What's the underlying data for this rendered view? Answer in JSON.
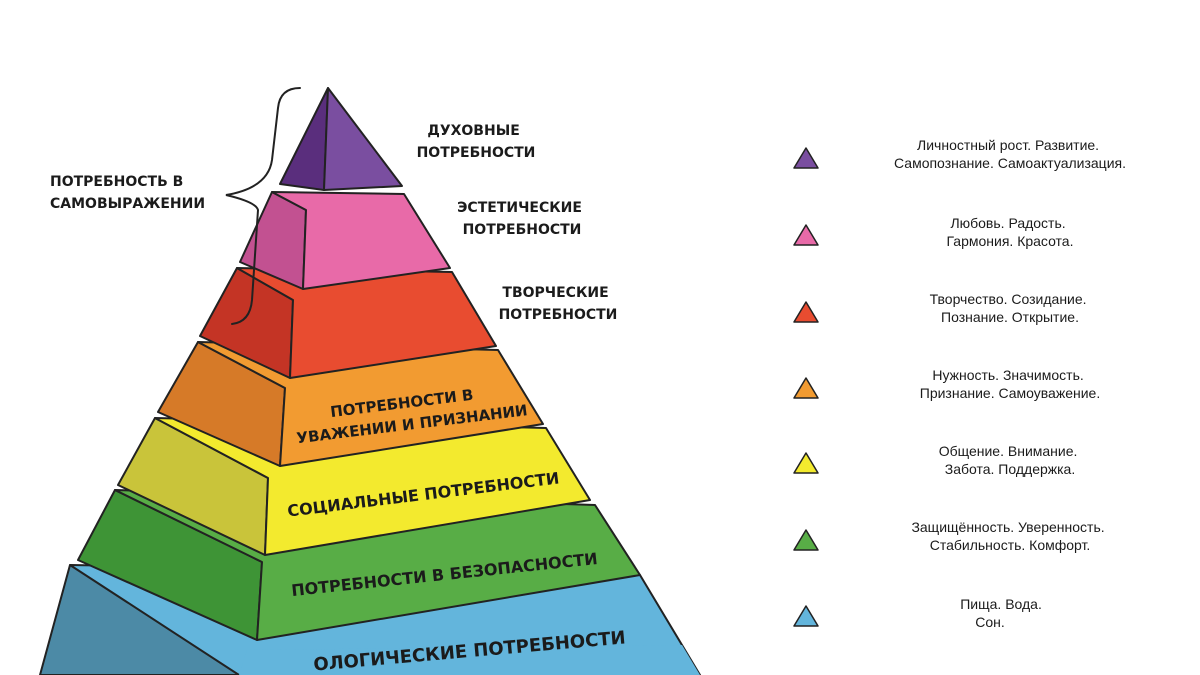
{
  "tiers": [
    {
      "id": "spiritual",
      "label_lines": [
        "ДУХОВНЫЕ",
        "ПОТРЕБНОСТИ"
      ],
      "colors": {
        "left": "#5a2e7d",
        "front": "#7a4ea0"
      }
    },
    {
      "id": "aesthetic",
      "label_lines": [
        "ЭСТЕТИЧЕСКИЕ",
        "ПОТРЕБНОСТИ"
      ],
      "colors": {
        "left": "#c25191",
        "front": "#e86aa8"
      }
    },
    {
      "id": "creative",
      "label_lines": [
        "ТВОРЧЕСКИЕ",
        "ПОТРЕБНОСТИ"
      ],
      "colors": {
        "left": "#c43425",
        "front": "#e84c30"
      }
    },
    {
      "id": "esteem",
      "label_lines": [
        "ПОТРЕБНОСТИ В",
        "УВАЖЕНИИ И ПРИЗНАНИИ"
      ],
      "colors": {
        "left": "#d67a28",
        "front": "#f29b31"
      }
    },
    {
      "id": "social",
      "label_lines": [
        "СОЦИАЛЬНЫЕ ПОТРЕБНОСТИ"
      ],
      "colors": {
        "left": "#c9c43a",
        "front": "#f3ea2e"
      }
    },
    {
      "id": "safety",
      "label_lines": [
        "ПОТРЕБНОСТИ В БЕЗОПАСНОСТИ"
      ],
      "colors": {
        "left": "#3e9436",
        "front": "#58ad46"
      }
    },
    {
      "id": "physiological",
      "label_lines": [
        "ОЛОГИЧЕСКИЕ ПОТРЕБНОСТИ"
      ],
      "colors": {
        "left": "#4c8aa6",
        "front": "#63b5dc"
      }
    }
  ],
  "bracket_label_lines": [
    "ПОТРЕБНОСТЬ В",
    "САМОВЫРАЖЕНИИ"
  ],
  "legend": [
    {
      "id": "spiritual",
      "color": "#7a4ea0",
      "lines": [
        "Личностный рост. Развитие.",
        "Самопознание. Самоактуализация."
      ]
    },
    {
      "id": "aesthetic",
      "color": "#e86aa8",
      "lines": [
        "Любовь. Радость.",
        "Гармония. Красота."
      ]
    },
    {
      "id": "creative",
      "color": "#e84c30",
      "lines": [
        "Творчество. Созидание.",
        "Познание. Открытие."
      ]
    },
    {
      "id": "esteem",
      "color": "#f29b31",
      "lines": [
        "Нужность. Значимость.",
        "Признание. Самоуважение."
      ]
    },
    {
      "id": "social",
      "color": "#f3ea2e",
      "lines": [
        "Общение. Внимание.",
        "Забота. Поддержка."
      ]
    },
    {
      "id": "safety",
      "color": "#58ad46",
      "lines": [
        "Защищённость. Уверенность.",
        "Стабильность. Комфорт."
      ]
    },
    {
      "id": "physiological",
      "color": "#63b5dc",
      "lines": [
        "Пища. Вода.",
        "Сон."
      ]
    }
  ]
}
